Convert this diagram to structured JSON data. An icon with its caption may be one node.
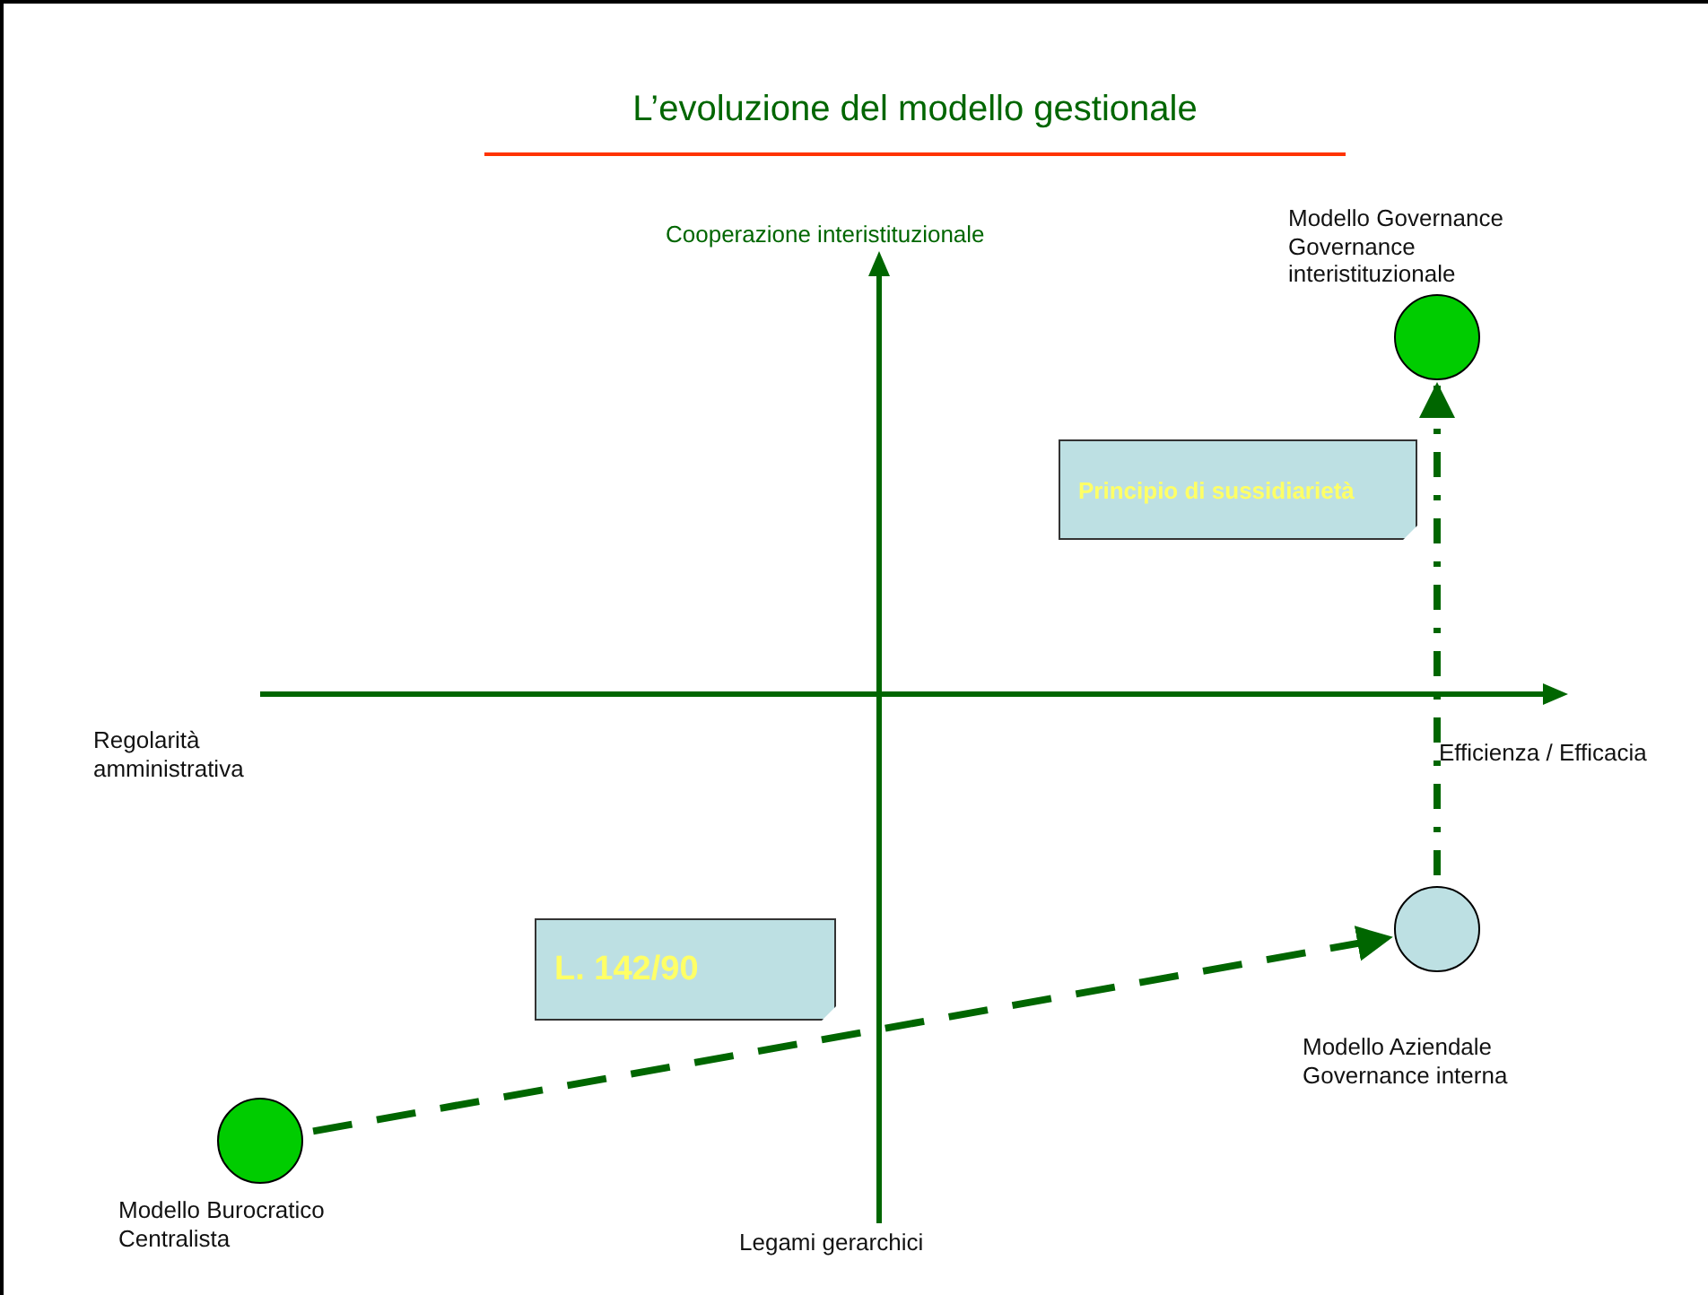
{
  "diagram": {
    "title": "L’evoluzione del modello gestionale",
    "nodes": [
      {
        "text": [],
        "shape": "circle",
        "beside": [
          "Modello Burocratico Centralista"
        ]
      },
      {
        "text": [],
        "shape": "circle",
        "beside": [
          "Modello Aziendale Governance  interna"
        ]
      },
      {
        "text": [],
        "shape": "circle",
        "beside": [
          "Modello Governance Governance interistituzionale"
        ]
      },
      {
        "text": [
          "L. 142/90"
        ]
      },
      {
        "text": [
          "Principio di sussidiarietà"
        ]
      }
    ],
    "edges": [
      {
        "from": 0,
        "to": 1,
        "arrow": "to",
        "style": "dashed"
      },
      {
        "from": 1,
        "to": 2,
        "arrow": "to",
        "style": "dashed"
      }
    ],
    "labels": [
      "Cooperazione interistituzionale",
      "Regolarità amministrativa",
      "Efficienza / Efficacia",
      "Legami gerarchici"
    ]
  }
}
